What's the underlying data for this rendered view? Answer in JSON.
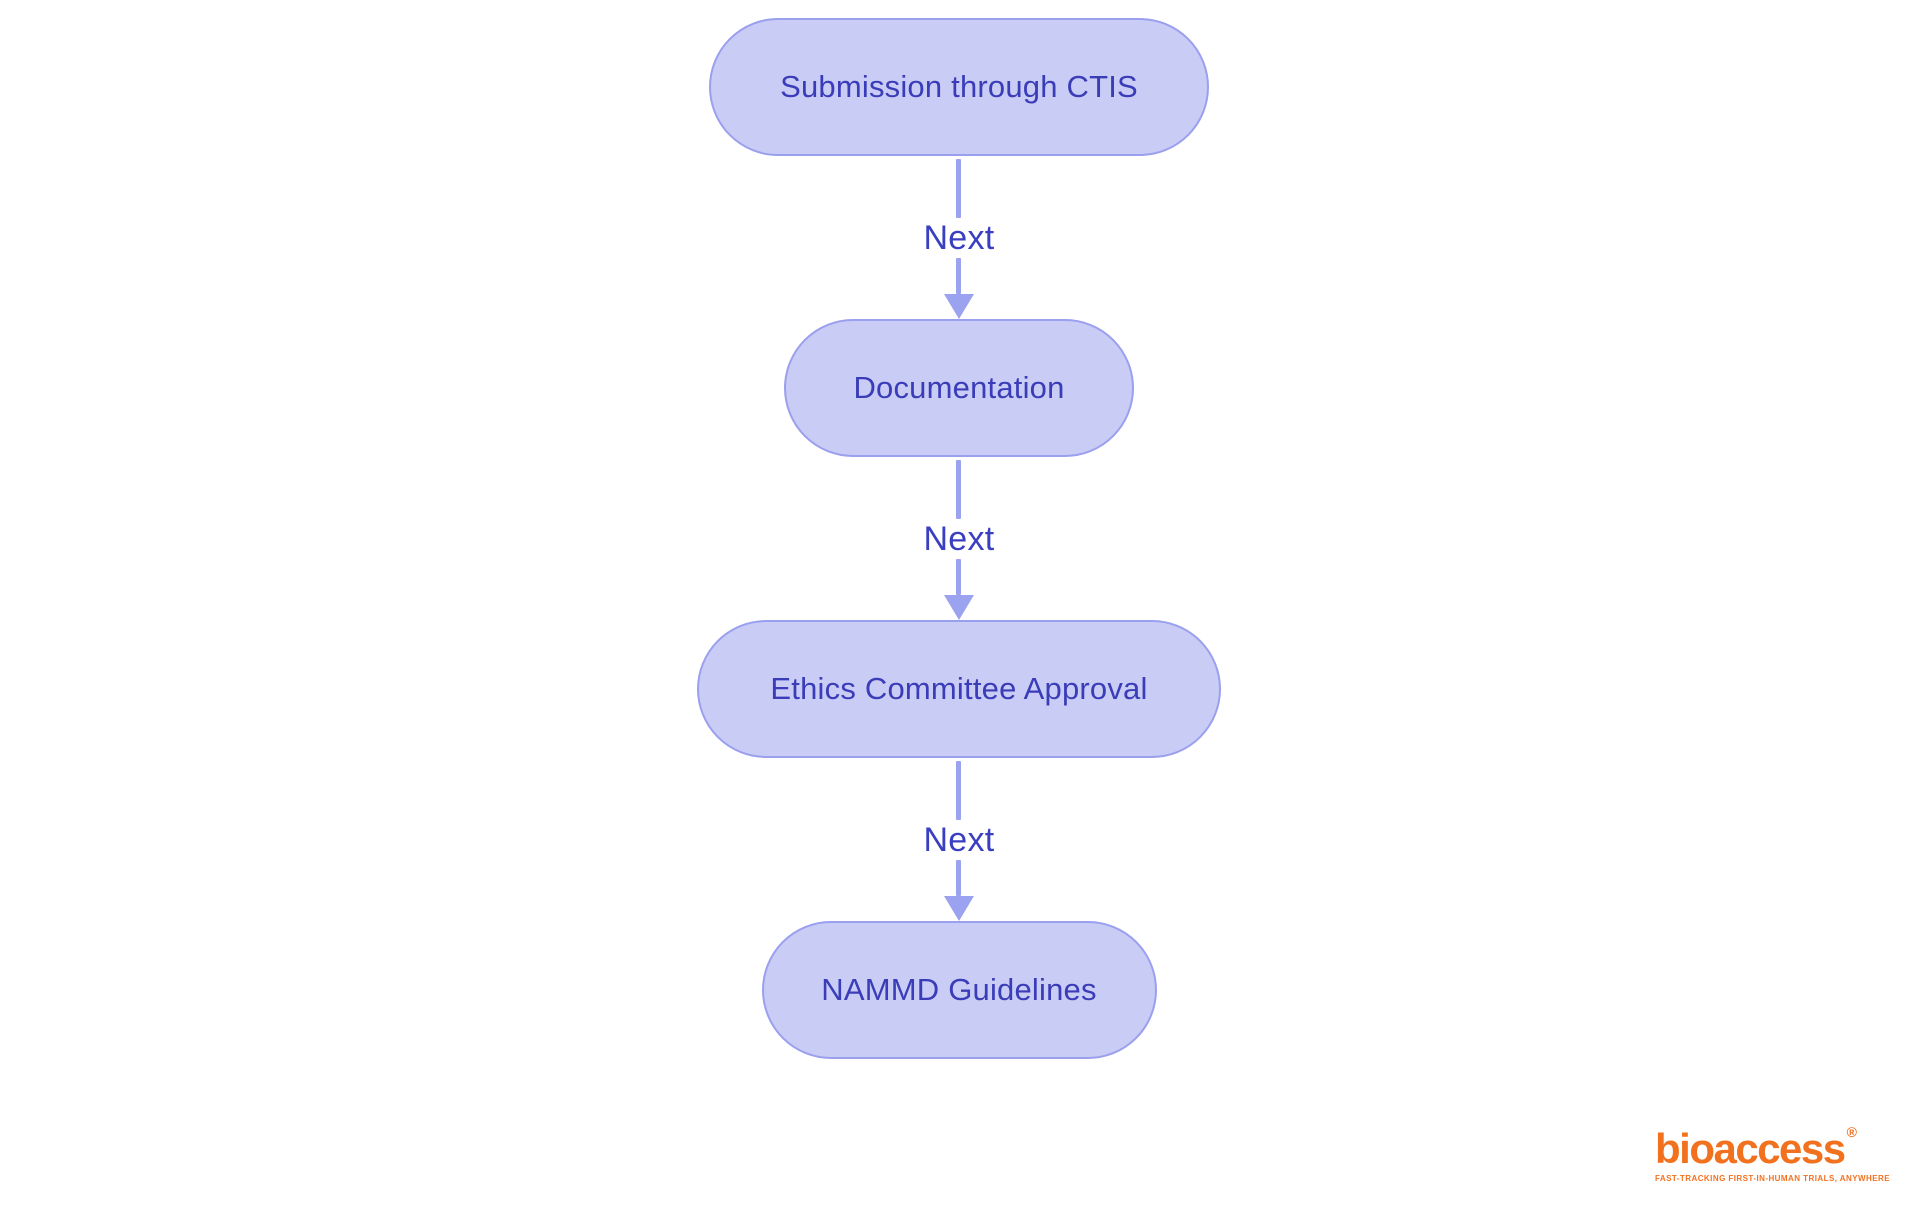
{
  "canvas": {
    "background": "#ffffff"
  },
  "flowchart": {
    "nodes": [
      {
        "id": "n1",
        "label": "Submission through CTIS"
      },
      {
        "id": "n2",
        "label": "Documentation"
      },
      {
        "id": "n3",
        "label": "Ethics Committee Approval"
      },
      {
        "id": "n4",
        "label": "NAMMD Guidelines"
      }
    ],
    "edges": [
      {
        "from": "n1",
        "to": "n2",
        "label": "Next"
      },
      {
        "from": "n2",
        "to": "n3",
        "label": "Next"
      },
      {
        "from": "n3",
        "to": "n4",
        "label": "Next"
      }
    ],
    "colors": {
      "node_fill": "#c9ccf5",
      "node_border": "#9aa0ee",
      "node_text": "#3a3cb8",
      "connector_line": "#9ba2f0",
      "edge_label_text": "#3a3fc2"
    }
  },
  "branding": {
    "logo_text": "bioaccess",
    "registered_mark": "®",
    "tagline": "FAST-TRACKING FIRST-IN-HUMAN TRIALS, ANYWHERE",
    "logo_color": "#f2711f"
  }
}
